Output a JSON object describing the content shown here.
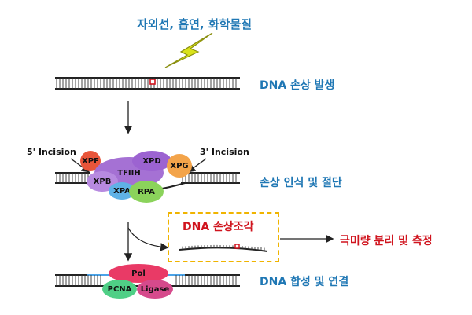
{
  "header": {
    "cause": "자외선, 흡연, 화학물질"
  },
  "steps": {
    "damage": "DNA 손상 발생",
    "recognition": "손상 인식 및 절단",
    "synthesis": "DNA 합성 및 연결"
  },
  "incision": {
    "five_prime": "5' Incision",
    "three_prime": "3' Incision"
  },
  "proteins": {
    "xpf": "XPF",
    "tfiih": "TFIIH",
    "xpd": "XPD",
    "xpg": "XPG",
    "xpb": "XPB",
    "xpa": "XPA",
    "rpa": "RPA",
    "pol": "Pol",
    "pcna": "PCNA",
    "ligase": "Ligase"
  },
  "fragment": {
    "label": "DNA 손상조각"
  },
  "result": "극미량 분리 및 측정",
  "colors": {
    "label_blue": "#1f77b4",
    "label_red": "#d0141e",
    "lightning": "#d9e21a",
    "damage_mark": "#d0141e",
    "dashed_border": "#f0b400"
  }
}
